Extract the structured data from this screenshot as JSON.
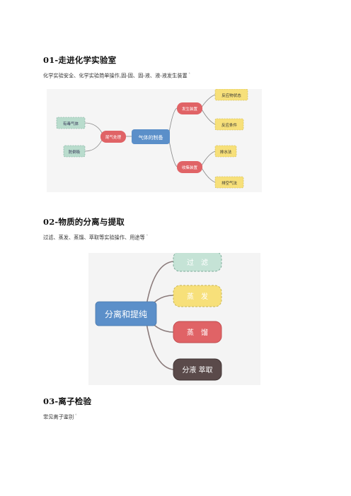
{
  "sections": [
    {
      "heading": "01-走进化学实验室",
      "text": "化学实验安全、化学实验简单操作,固-固、固-液、液-液发生装置",
      "mindmap": {
        "center": "气体的制备",
        "left_mid": "尾气处理",
        "left_leaves": [
          "有毒气体",
          "防倒吸"
        ],
        "right_top": "发生装置",
        "right_top_leaves": [
          "反应物状态",
          "反应条件"
        ],
        "right_bottom": "收集装置",
        "right_bottom_leaves": [
          "排水法",
          "排空气法"
        ]
      }
    },
    {
      "heading": "02-物质的分离与提取",
      "text": "过滤、蒸发、蒸馏、萃取等实验操作、用途等",
      "mindmap": {
        "center": "分离和提纯",
        "leaves": [
          "过　滤",
          "蒸　发",
          "蒸　馏",
          "分液 萃取"
        ]
      }
    },
    {
      "heading": "03-离子检验",
      "text": "常见离子鉴别"
    }
  ],
  "paragraph_mark": "⁴",
  "colors": {
    "center": "#5b8fc9",
    "red": "#e06366",
    "yellow": "#f7e07a",
    "green": "#b9dccd",
    "teal": "#a9cfc1",
    "dark": "#5a4a4a"
  }
}
